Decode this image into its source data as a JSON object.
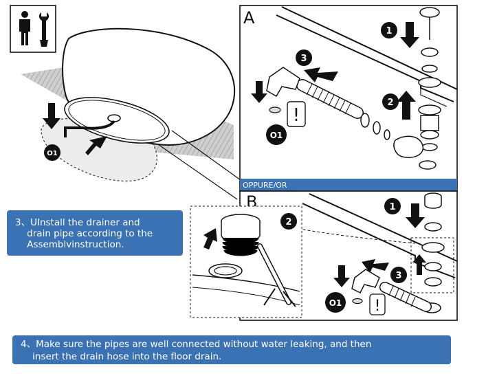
{
  "panel_a": {
    "label": "A",
    "circle1": "1",
    "circle2": "2",
    "circle3": "3",
    "o1": "O1",
    "banner": "OPPURE/OR"
  },
  "panel_b": {
    "label": "B",
    "circle1": "1",
    "circle3": "3",
    "o1": "O1"
  },
  "detail": {
    "circle2": "2"
  },
  "main_illustration": {
    "o1": "O1"
  },
  "steps": {
    "step3": "3、UInstall the drainer and\n    drain pipe according to the\n    Assemblvinstruction.",
    "step4": "4、Make sure the pipes are well connected without water leaking, and then\n    insert the drain hose into the floor drain."
  },
  "icons": [
    "person-icon",
    "wrench-icon",
    "arrow-icon",
    "warning-icon"
  ],
  "colors": {
    "banner": "#3a72b4",
    "ink": "#1a1a1a",
    "floor": "#bdbdbd"
  }
}
